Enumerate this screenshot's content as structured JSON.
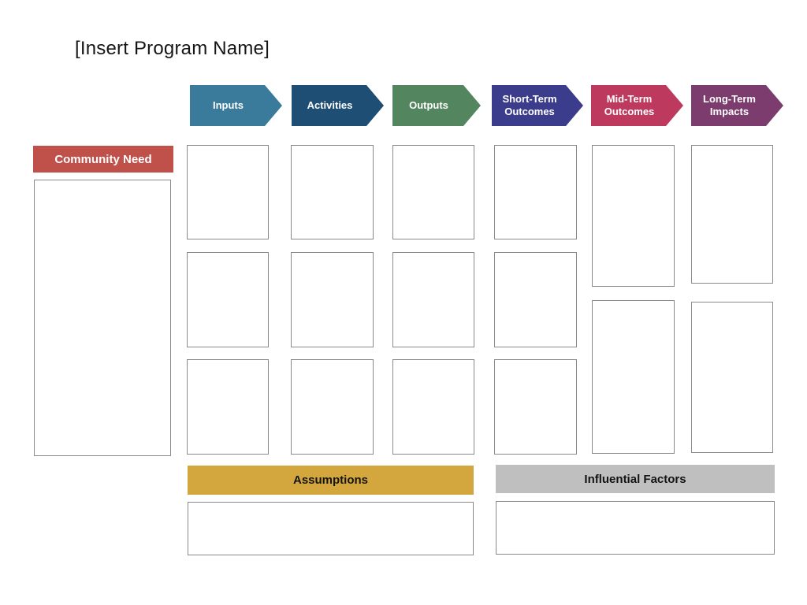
{
  "title": "[Insert Program Name]",
  "flow_headers": [
    {
      "name": "inputs",
      "lines": [
        "Inputs"
      ],
      "color": "#3a7a9b"
    },
    {
      "name": "activities",
      "lines": [
        "Activities"
      ],
      "color": "#1f4e74"
    },
    {
      "name": "outputs",
      "lines": [
        "Outputs"
      ],
      "color": "#53855f"
    },
    {
      "name": "short-term-outcomes",
      "lines": [
        "Short-Term",
        "Outcomes"
      ],
      "color": "#3c3c8c"
    },
    {
      "name": "mid-term-outcomes",
      "lines": [
        "Mid-Term",
        "Outcomes"
      ],
      "color": "#bd3a5e"
    },
    {
      "name": "long-term-impacts",
      "lines": [
        "Long-Term",
        "Impacts"
      ],
      "color": "#7c3c6e"
    }
  ],
  "community_need": {
    "label": "Community Need",
    "color": "#c0504a",
    "placeholder_boxes": 1
  },
  "columns": [
    {
      "name": "inputs",
      "placeholder_boxes": 3
    },
    {
      "name": "activities",
      "placeholder_boxes": 3
    },
    {
      "name": "outputs",
      "placeholder_boxes": 3
    },
    {
      "name": "short-term-outcomes",
      "placeholder_boxes": 3
    },
    {
      "name": "mid-term-outcomes",
      "placeholder_boxes": 2
    },
    {
      "name": "long-term-impacts",
      "placeholder_boxes": 2
    }
  ],
  "assumptions": {
    "label": "Assumptions",
    "color": "#d4a73e",
    "placeholder_boxes": 1
  },
  "influential_factors": {
    "label": "Influential Factors",
    "color": "#bfbfbf",
    "placeholder_boxes": 1
  },
  "box_border_color": "#898989"
}
